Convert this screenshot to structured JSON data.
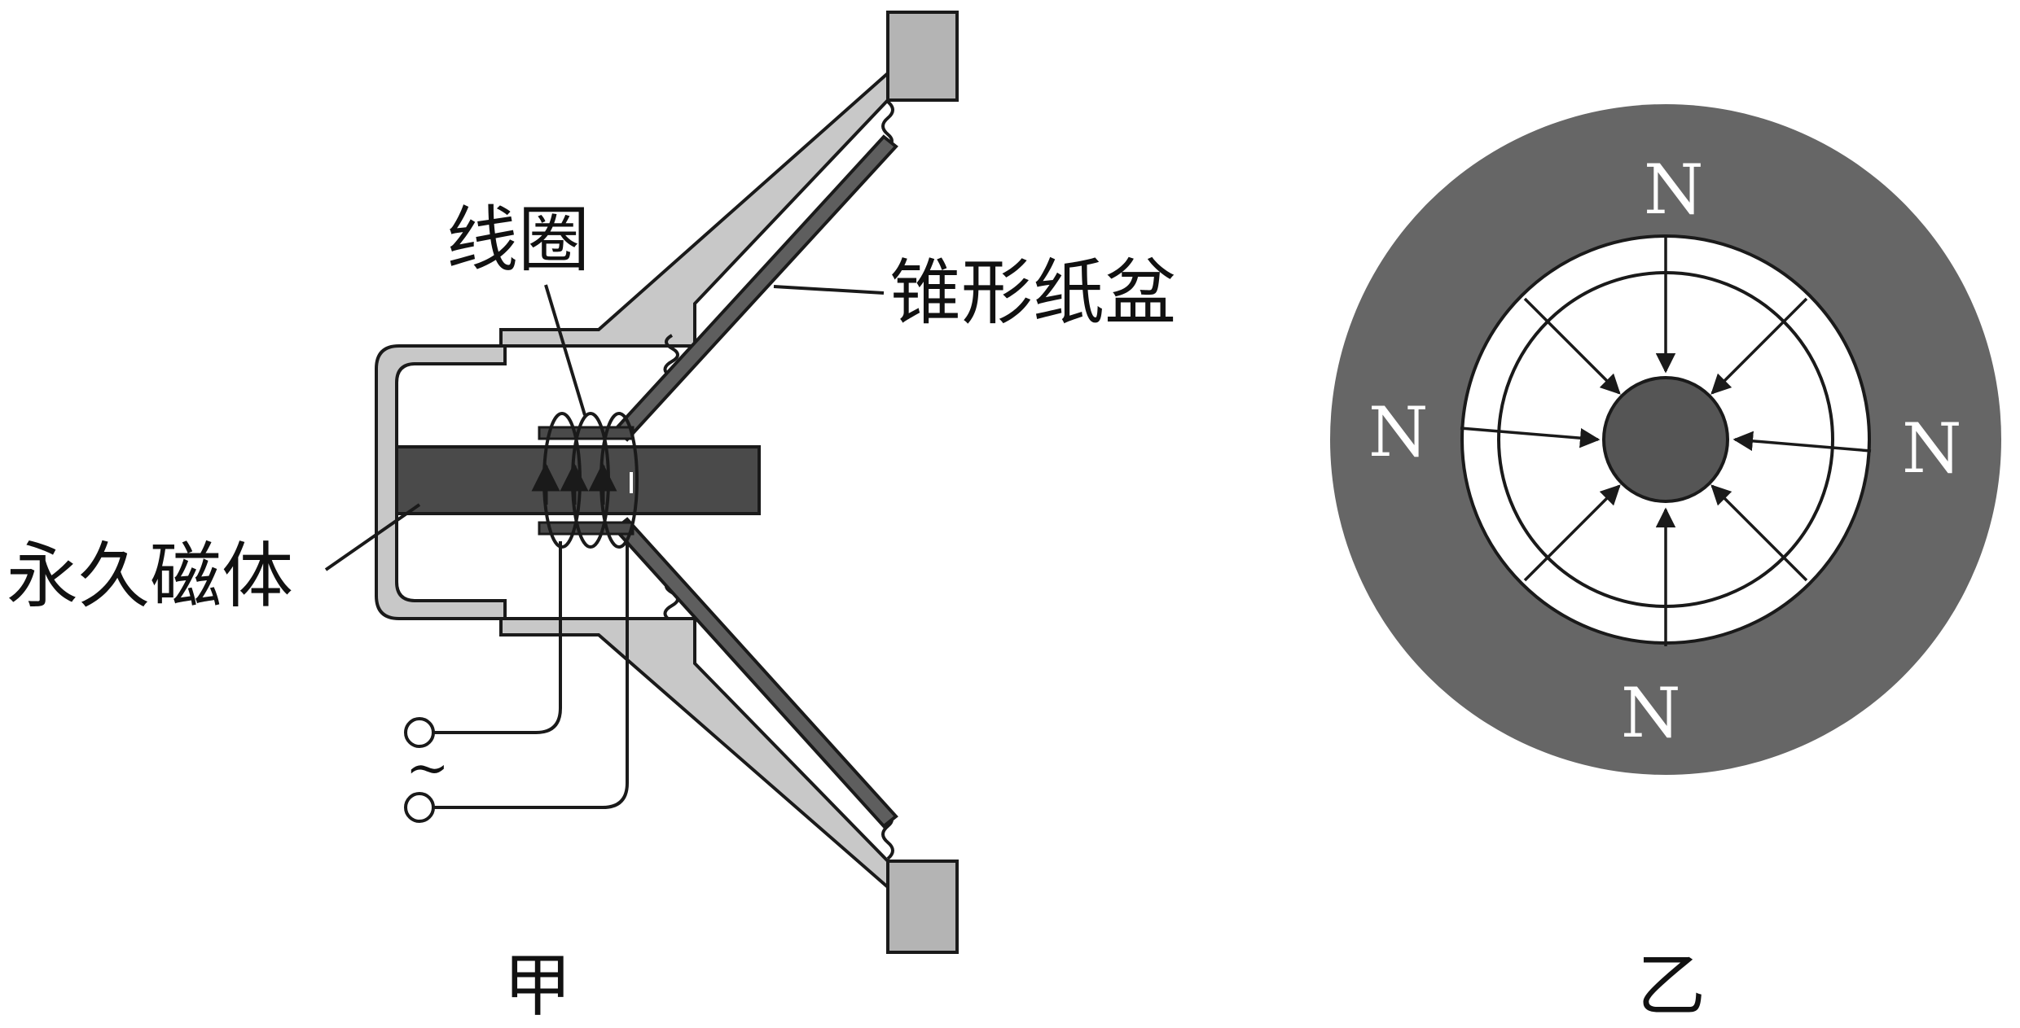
{
  "figure_a": {
    "caption": "甲",
    "labels": {
      "coil": "线圈",
      "cone": "锥形纸盆",
      "magnet": "永久磁体",
      "ac_symbol": "~"
    }
  },
  "figure_b": {
    "caption": "乙",
    "poles": {
      "top": "N",
      "left": "N",
      "right": "N",
      "bottom": "N"
    }
  },
  "colors": {
    "outline": "#1a1a1a",
    "light_gray": "#c8c8c8",
    "frame_gray": "#b4b4b4",
    "magnet_dark": "#4a4a4a",
    "cone_dark": "#5e5e5e",
    "outer_ring": "#666666",
    "core": "#555555"
  }
}
